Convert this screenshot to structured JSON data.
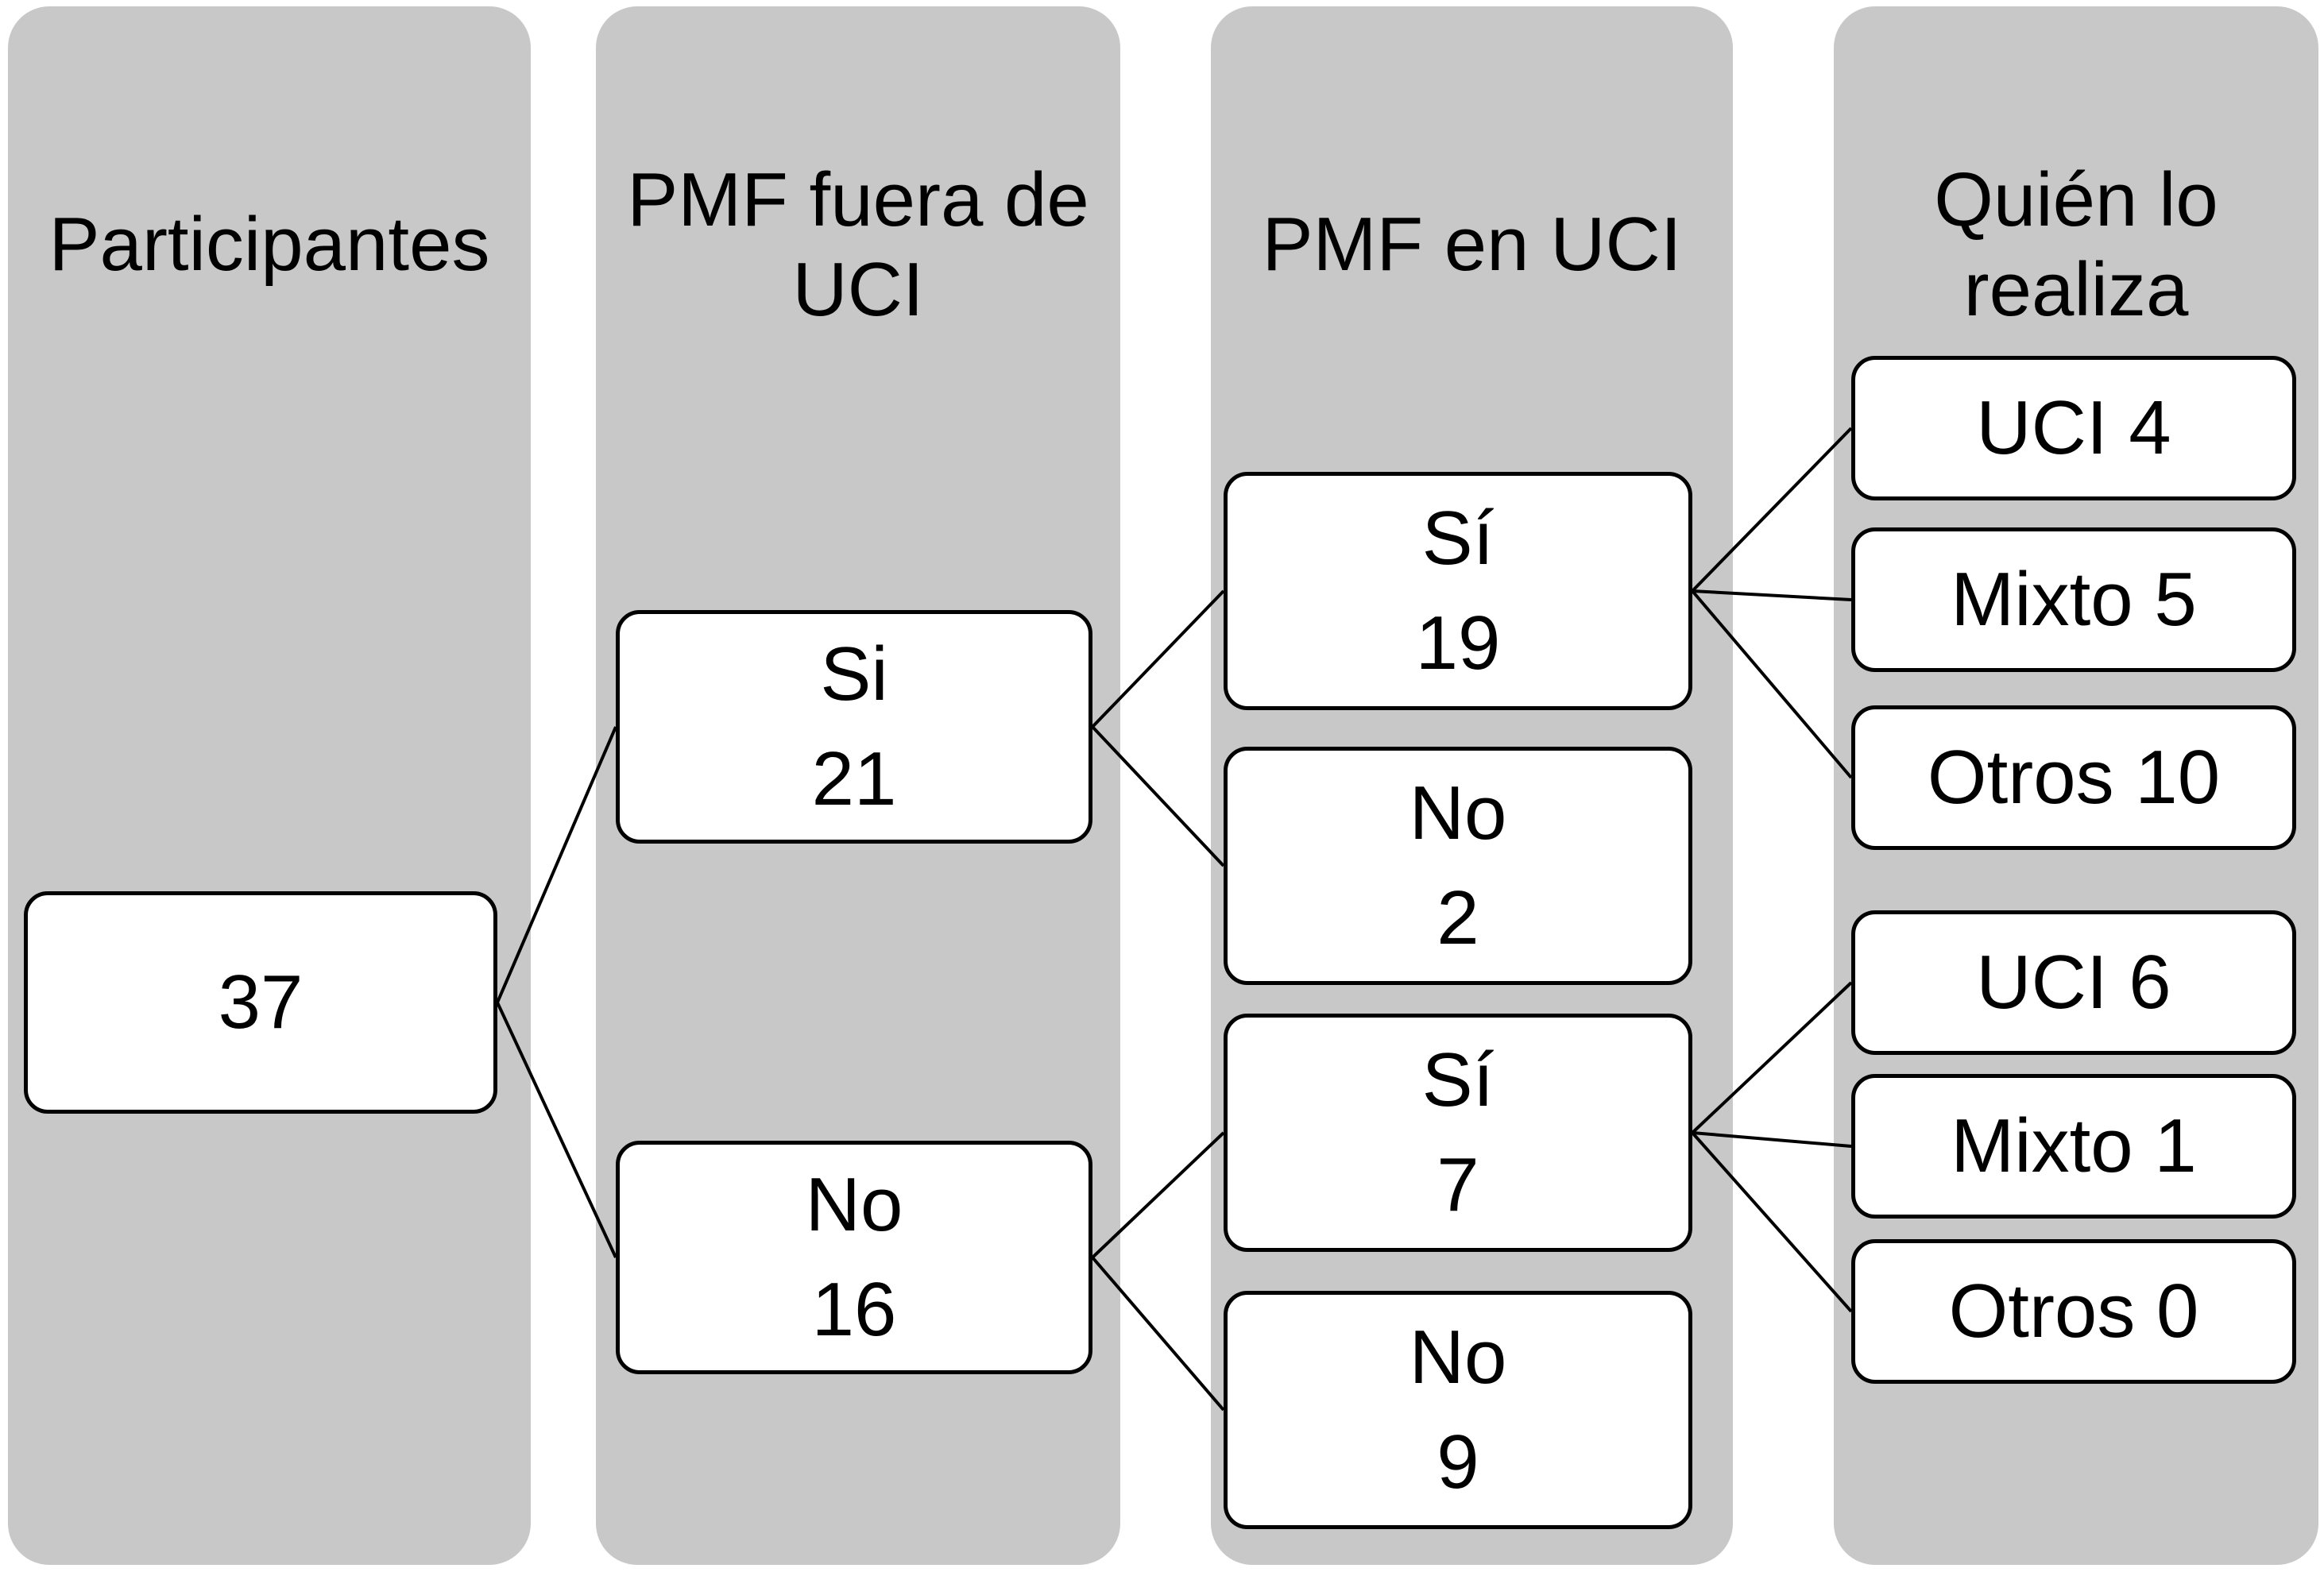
{
  "diagram": {
    "type": "flowchart",
    "colors": {
      "page_bg": "#ffffff",
      "column_bg": "#c8c8c8",
      "box_bg": "#ffffff",
      "box_border": "#000000",
      "connector": "#000000",
      "text": "#000000"
    },
    "columns": [
      {
        "id": "participantes",
        "header": "Participantes",
        "header_lines": [
          "Participantes"
        ],
        "nodes": [
          {
            "id": "total",
            "text": "37",
            "text_lines": [
              "37"
            ],
            "value": 37
          }
        ]
      },
      {
        "id": "pmf_fuera_de_uci",
        "header": "PMF fuera de UCI",
        "header_lines": [
          "PMF fuera de",
          "UCI"
        ],
        "nodes": [
          {
            "id": "si",
            "text": "Si 21",
            "text_lines": [
              "Si",
              "21"
            ],
            "label": "Si",
            "value": 21
          },
          {
            "id": "no",
            "text": "No 16",
            "text_lines": [
              "No",
              "16"
            ],
            "label": "No",
            "value": 16
          }
        ]
      },
      {
        "id": "pmf_en_uci",
        "header": "PMF en UCI",
        "header_lines": [
          "PMF en UCI"
        ],
        "nodes": [
          {
            "id": "si_tras_fuera_si",
            "text": "Sí 19",
            "text_lines": [
              "Sí",
              "19"
            ],
            "label": "Sí",
            "value": 19
          },
          {
            "id": "no_tras_fuera_si",
            "text": "No 2",
            "text_lines": [
              "No",
              "2"
            ],
            "label": "No",
            "value": 2
          },
          {
            "id": "si_tras_fuera_no",
            "text": "Sí 7",
            "text_lines": [
              "Sí",
              "7"
            ],
            "label": "Sí",
            "value": 7
          },
          {
            "id": "no_tras_fuera_no",
            "text": "No 9",
            "text_lines": [
              "No",
              "9"
            ],
            "label": "No",
            "value": 9
          }
        ]
      },
      {
        "id": "quien_lo_realiza",
        "header": "Quién lo realiza",
        "header_lines": [
          "Quién lo",
          "realiza"
        ],
        "nodes": [
          {
            "id": "uci_4",
            "text": "UCI 4",
            "text_lines": [
              "UCI 4"
            ],
            "label": "UCI",
            "value": 4
          },
          {
            "id": "mixto_5",
            "text": "Mixto 5",
            "text_lines": [
              "Mixto 5"
            ],
            "label": "Mixto",
            "value": 5
          },
          {
            "id": "otros_10",
            "text": "Otros 10",
            "text_lines": [
              "Otros 10"
            ],
            "label": "Otros",
            "value": 10
          },
          {
            "id": "uci_6",
            "text": "UCI 6",
            "text_lines": [
              "UCI 6"
            ],
            "label": "UCI",
            "value": 6
          },
          {
            "id": "mixto_1",
            "text": "Mixto 1",
            "text_lines": [
              "Mixto 1"
            ],
            "label": "Mixto",
            "value": 1
          },
          {
            "id": "otros_0",
            "text": "Otros 0",
            "text_lines": [
              "Otros 0"
            ],
            "label": "Otros",
            "value": 0
          }
        ]
      }
    ],
    "connections": [
      {
        "from": "participantes.total",
        "to": "pmf_fuera_de_uci.si"
      },
      {
        "from": "participantes.total",
        "to": "pmf_fuera_de_uci.no"
      },
      {
        "from": "pmf_fuera_de_uci.si",
        "to": "pmf_en_uci.si_tras_fuera_si"
      },
      {
        "from": "pmf_fuera_de_uci.si",
        "to": "pmf_en_uci.no_tras_fuera_si"
      },
      {
        "from": "pmf_fuera_de_uci.no",
        "to": "pmf_en_uci.si_tras_fuera_no"
      },
      {
        "from": "pmf_fuera_de_uci.no",
        "to": "pmf_en_uci.no_tras_fuera_no"
      },
      {
        "from": "pmf_en_uci.si_tras_fuera_si",
        "to": "quien_lo_realiza.uci_4"
      },
      {
        "from": "pmf_en_uci.si_tras_fuera_si",
        "to": "quien_lo_realiza.mixto_5"
      },
      {
        "from": "pmf_en_uci.si_tras_fuera_si",
        "to": "quien_lo_realiza.otros_10"
      },
      {
        "from": "pmf_en_uci.si_tras_fuera_no",
        "to": "quien_lo_realiza.uci_6"
      },
      {
        "from": "pmf_en_uci.si_tras_fuera_no",
        "to": "quien_lo_realiza.mixto_1"
      },
      {
        "from": "pmf_en_uci.si_tras_fuera_no",
        "to": "quien_lo_realiza.otros_0"
      }
    ]
  }
}
